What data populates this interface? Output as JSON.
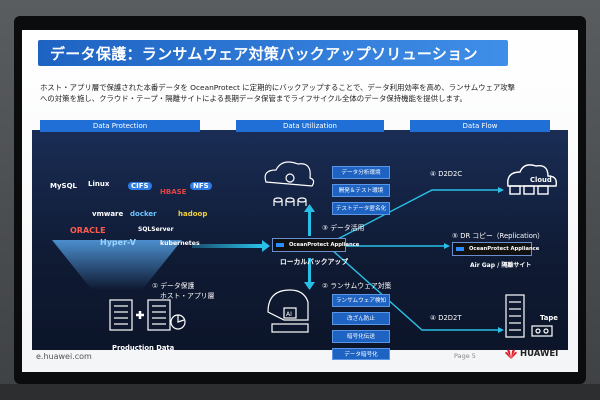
{
  "slide": {
    "title": "データ保護：ランサムウェア対策バックアップソリューション",
    "intro_line1": "ホスト・アプリ層で保護された本番データを OceanProtect に定期的にバックアップすることで、データ利用効率を高め、ランサムウェア攻撃",
    "intro_line2": "への対策を施し、クラウド・テープ・隔離サイトによる長期データ保管までライフサイクル全体のデータ保持機能を提供します。",
    "sections": {
      "protection": "Data Protection",
      "utilization": "Data Utilization",
      "flow": "Data Flow"
    },
    "logos": [
      "MySQL",
      "Linux",
      "CIFS",
      "HBASE",
      "NFS",
      "vmware",
      "docker",
      "hadoop",
      "ORACLE",
      "SQLServer",
      "Hyper-V",
      "kubernetes"
    ],
    "step1": "① データ保護",
    "step1_sub": "ホスト・アプリ層",
    "production_label": "Production Data",
    "appliance_label": "OceanProtect Appliance",
    "local_backup": "ローカルバックアップ",
    "step3": "③ データ活用",
    "utilization_items": [
      "データ分析環境",
      "開発＆テスト環境",
      "テストデータ匿名化"
    ],
    "step2": "② ランサムウェア対策",
    "ransomware_items": [
      "ランサムウェア検知",
      "改ざん防止",
      "暗号化伝送",
      "データ暗号化"
    ],
    "flow4a": "④ D2D2C",
    "cloud_label": "Cloud",
    "flow5": "⑤ DR コピー（Replication）",
    "airgap_label": "Air Gap / 隔離サイト",
    "flow4b": "④ D2D2T",
    "tape_label": "Tape",
    "footer_url": "e.huawei.com",
    "page": "Page 5",
    "brand": "HUAWEI"
  },
  "colors": {
    "accent": "#1f6fd6",
    "panel": "#142447",
    "arrow": "#29c0e8"
  }
}
